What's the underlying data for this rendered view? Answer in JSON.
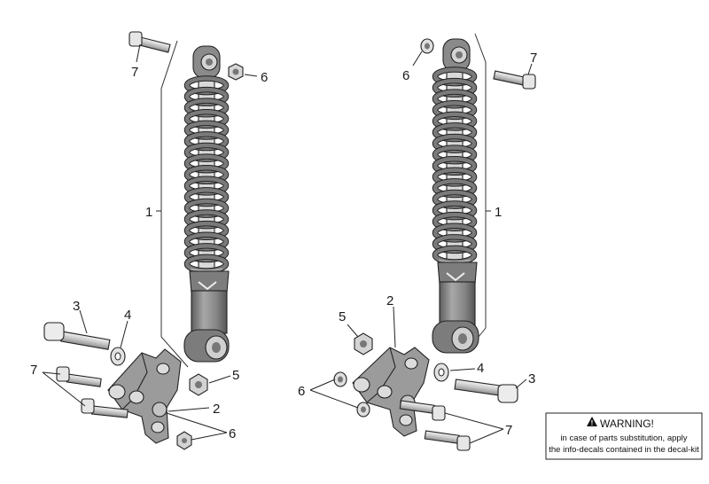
{
  "callouts": {
    "left_shock": "1",
    "left_bracket": "2",
    "left_long_bolt": "3",
    "left_washer": "4",
    "left_nut_5": "5",
    "left_nut_6_top": "6",
    "left_nuts_6_bottom": "6",
    "left_bolt_7_top": "7",
    "left_bolts_7_bottom": "7",
    "right_shock": "1",
    "right_bracket": "2",
    "right_long_bolt": "3",
    "right_washer": "4",
    "right_nut_5": "5",
    "right_nut_6_top": "6",
    "right_nuts_6_bottom": "6",
    "right_bolt_7_top": "7",
    "right_bolts_7_bottom": "7"
  },
  "warning": {
    "title": "WARNING!",
    "line1": "in case of parts substitution, apply",
    "line2": "the info-decals contained in the decal-kit"
  },
  "colors": {
    "spring": "#7a7a7a",
    "spring_light": "#b4b4b4",
    "body": "#8c8c8c",
    "hardware": "#d0d0d0",
    "bracket": "#9a9a9a"
  }
}
